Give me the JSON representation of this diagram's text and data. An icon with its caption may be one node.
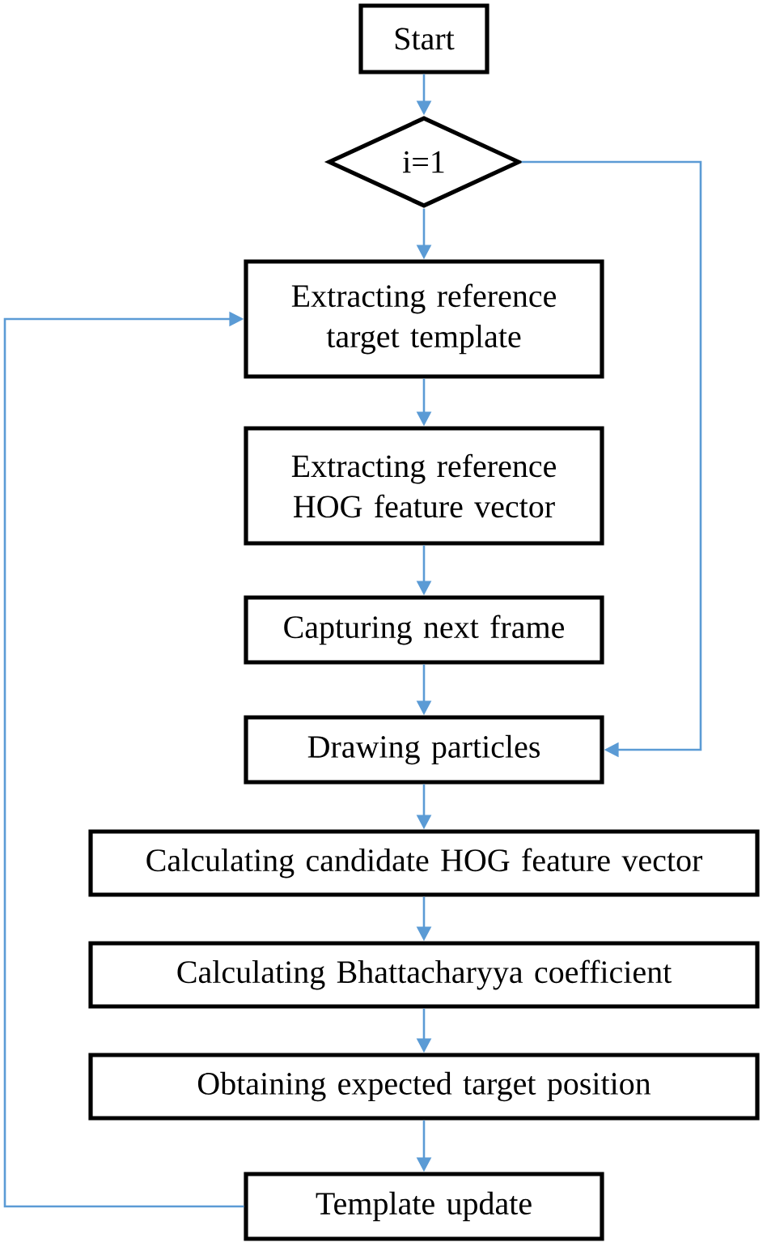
{
  "diagram": {
    "nodes": [
      {
        "text": [
          "Start"
        ]
      },
      {
        "text": [
          "i=1"
        ]
      },
      {
        "text": [
          "Extracting reference target template"
        ]
      },
      {
        "text": [
          "Extracting reference HOG feature vector"
        ]
      },
      {
        "text": [
          "Capturing next frame"
        ]
      },
      {
        "text": [
          "Drawing particles"
        ]
      },
      {
        "text": [
          "Calculating candidate HOG feature vector"
        ]
      },
      {
        "text": [
          "Calculating Bhattacharyya coefficient"
        ]
      },
      {
        "text": [
          "Obtaining expected target position"
        ]
      },
      {
        "text": [
          "Template update"
        ]
      }
    ],
    "edges": [
      {
        "from": 0,
        "to": 1,
        "arrow": "to"
      },
      {
        "from": 1,
        "to": 2,
        "arrow": "to"
      },
      {
        "from": 1,
        "to": 5,
        "arrow": "to"
      },
      {
        "from": 2,
        "to": 3,
        "arrow": "to"
      },
      {
        "from": 3,
        "to": 4,
        "arrow": "to"
      },
      {
        "from": 4,
        "to": 5,
        "arrow": "to"
      },
      {
        "from": 5,
        "to": 6,
        "arrow": "to"
      },
      {
        "from": 6,
        "to": 7,
        "arrow": "to"
      },
      {
        "from": 7,
        "to": 8,
        "arrow": "to"
      },
      {
        "from": 8,
        "to": 9,
        "arrow": "to"
      },
      {
        "from": 9,
        "to": 2,
        "arrow": "to"
      }
    ]
  }
}
